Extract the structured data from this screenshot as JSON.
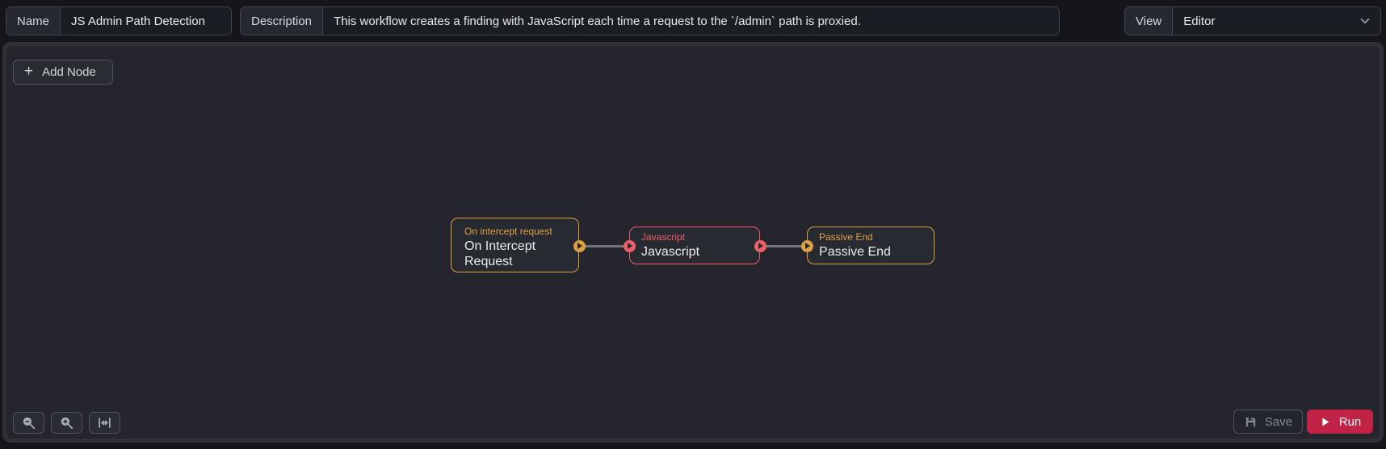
{
  "topbar": {
    "name": {
      "label": "Name",
      "value": "JS Admin Path Detection"
    },
    "description": {
      "label": "Description",
      "value": "This workflow creates a finding with JavaScript each time a request to the `/admin` path is proxied."
    },
    "view": {
      "label": "View",
      "value": "Editor"
    }
  },
  "canvas": {
    "add_node_label": "Add Node",
    "nodes": [
      {
        "caption": "On intercept request",
        "title": "On Intercept Request",
        "accent": "#dd9f42"
      },
      {
        "caption": "Javascript",
        "title": "Javascript",
        "accent": "#ef5f6a"
      },
      {
        "caption": "Passive End",
        "title": "Passive End",
        "accent": "#dd9f42"
      }
    ],
    "footer": {
      "save_label": "Save",
      "run_label": "Run"
    }
  },
  "icons": {
    "add": "plus-icon",
    "zoom_out": "magnifier-minus-icon",
    "zoom_in": "magnifier-plus-icon",
    "fit": "fit-width-icon",
    "save": "floppy-disk-icon",
    "run": "play-icon",
    "view_chevron": "chevron-down-icon",
    "port": "play-icon"
  },
  "colors": {
    "page_bg": "#15161b",
    "canvas_frame": "#2f3138",
    "canvas_bg": "#25262d",
    "node_bg": "#282a32",
    "orange_accent": "#dd9f42",
    "red_accent": "#ef5f6a",
    "edge": "#72747b",
    "run_button_bg": "#c02346",
    "title_text": "#e9ebee"
  }
}
